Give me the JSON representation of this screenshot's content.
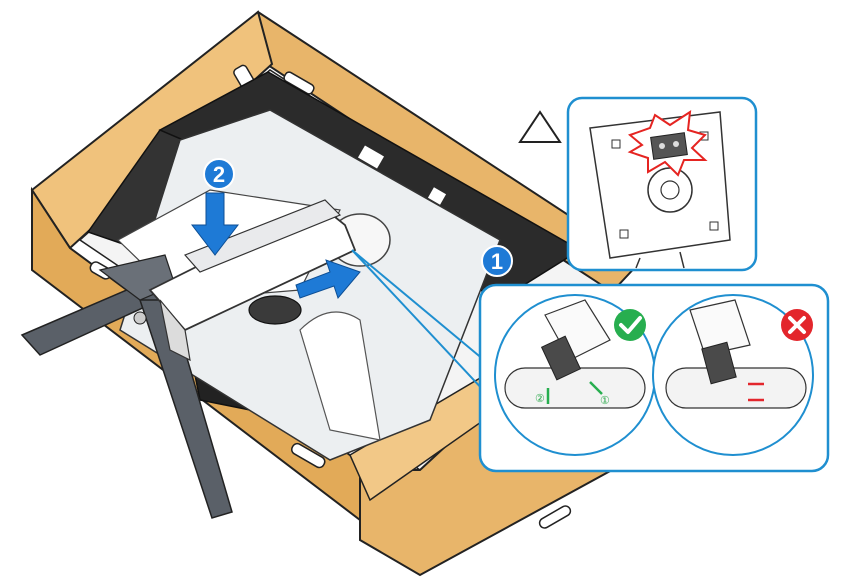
{
  "steps": {
    "step_one": "1",
    "step_two": "2"
  },
  "detail_labels": {
    "slide_first": "②",
    "slide_second": "①"
  },
  "colors": {
    "cardboard": "#e8b56a",
    "cardboard_dark": "#c98f3f",
    "callout_blue": "#1f8fd0",
    "arrow_blue": "#1e7ad6",
    "check_green": "#27ae4f",
    "cross_red": "#e3262c",
    "warning_red": "#e52421",
    "foam_black": "#262626"
  },
  "icons": {
    "warning": "warning-triangle-icon",
    "correct": "check-icon",
    "incorrect": "cross-icon"
  }
}
